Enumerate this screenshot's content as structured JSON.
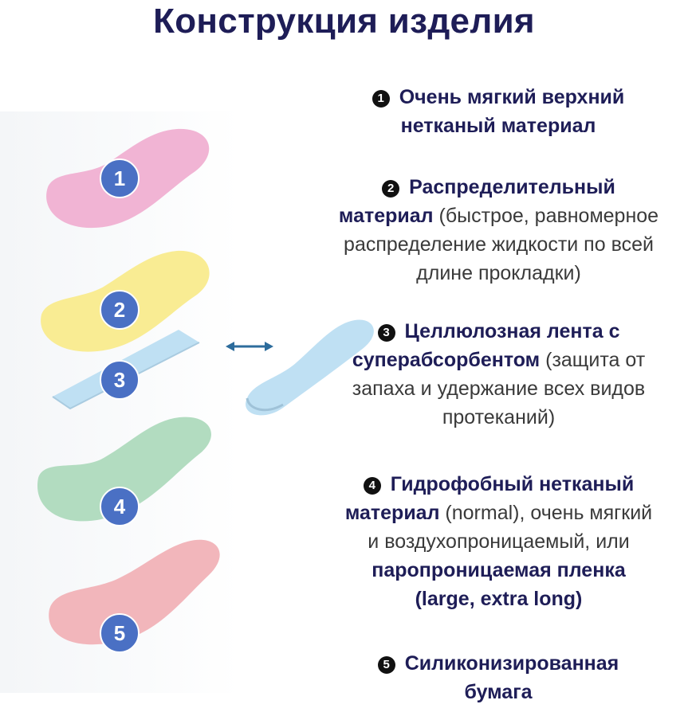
{
  "title": "Конструкция изделия",
  "layers": [
    {
      "number": "1",
      "color": "#f1b4d4"
    },
    {
      "number": "2",
      "color": "#f9ec93"
    },
    {
      "number": "3",
      "color": "#bfe0f3"
    },
    {
      "number": "4",
      "color": "#b2dcc0"
    },
    {
      "number": "5",
      "color": "#f2b6bb"
    }
  ],
  "badge_color": "#4a70c4",
  "items": [
    {
      "marker": "1",
      "bold1": "Очень мягкий верхний",
      "bold2": "нетканый материал"
    },
    {
      "marker": "2",
      "bold1": "Распределительный",
      "bold2": "материал",
      "text1": " (быстрое, равномерное",
      "text2": "распределение жидкости по всей",
      "text3": "длине прокладки)"
    },
    {
      "marker": "3",
      "bold1": "Целлюлозная лента с",
      "bold2": "суперабсорбентом",
      "text1": " (защита от",
      "text2": "запаха и удержание всех видов",
      "text3": "протеканий)"
    },
    {
      "marker": "4",
      "bold1": "Гидрофобный нетканый",
      "bold2": "материал",
      "text1": " (normal), очень мягкий",
      "text2": "и воздухопроницаемый, или",
      "bold3": "паропроницаемая пленка",
      "bold4": "(large, extra long)"
    },
    {
      "marker": "5",
      "bold1": "Силиконизированная",
      "bold2": "бумага"
    }
  ]
}
